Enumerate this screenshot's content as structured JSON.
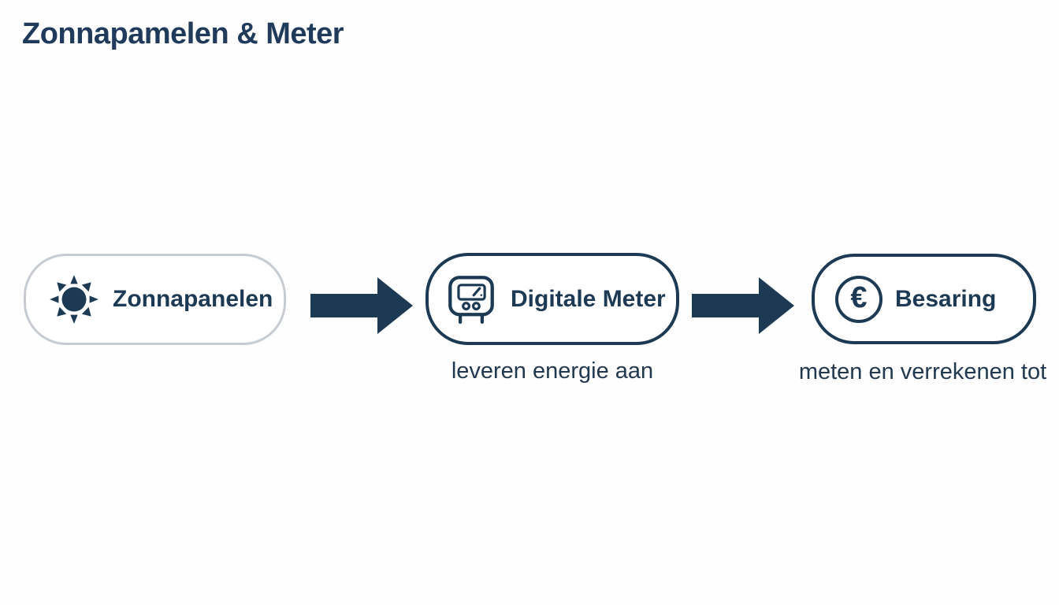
{
  "page": {
    "title": "Zonnapamelen & Meter"
  },
  "flow": {
    "nodes": [
      {
        "id": "zonnapanelen",
        "label": "Zonnapanelen",
        "icon": "sun-icon",
        "caption": ""
      },
      {
        "id": "digitale-meter",
        "label": "Digitale Meter",
        "icon": "meter-icon",
        "caption": "leveren energie aan"
      },
      {
        "id": "besaring",
        "label": "Besaring",
        "icon": "euro-icon",
        "caption": "meten en verrekenen tot"
      }
    ],
    "euro_symbol": "€",
    "arrow_count": 2
  },
  "colors": {
    "navy": "#1d3a55",
    "title_text": "#1f3a5a",
    "light_border": "#c7ccd3",
    "background": "#fefefe"
  }
}
